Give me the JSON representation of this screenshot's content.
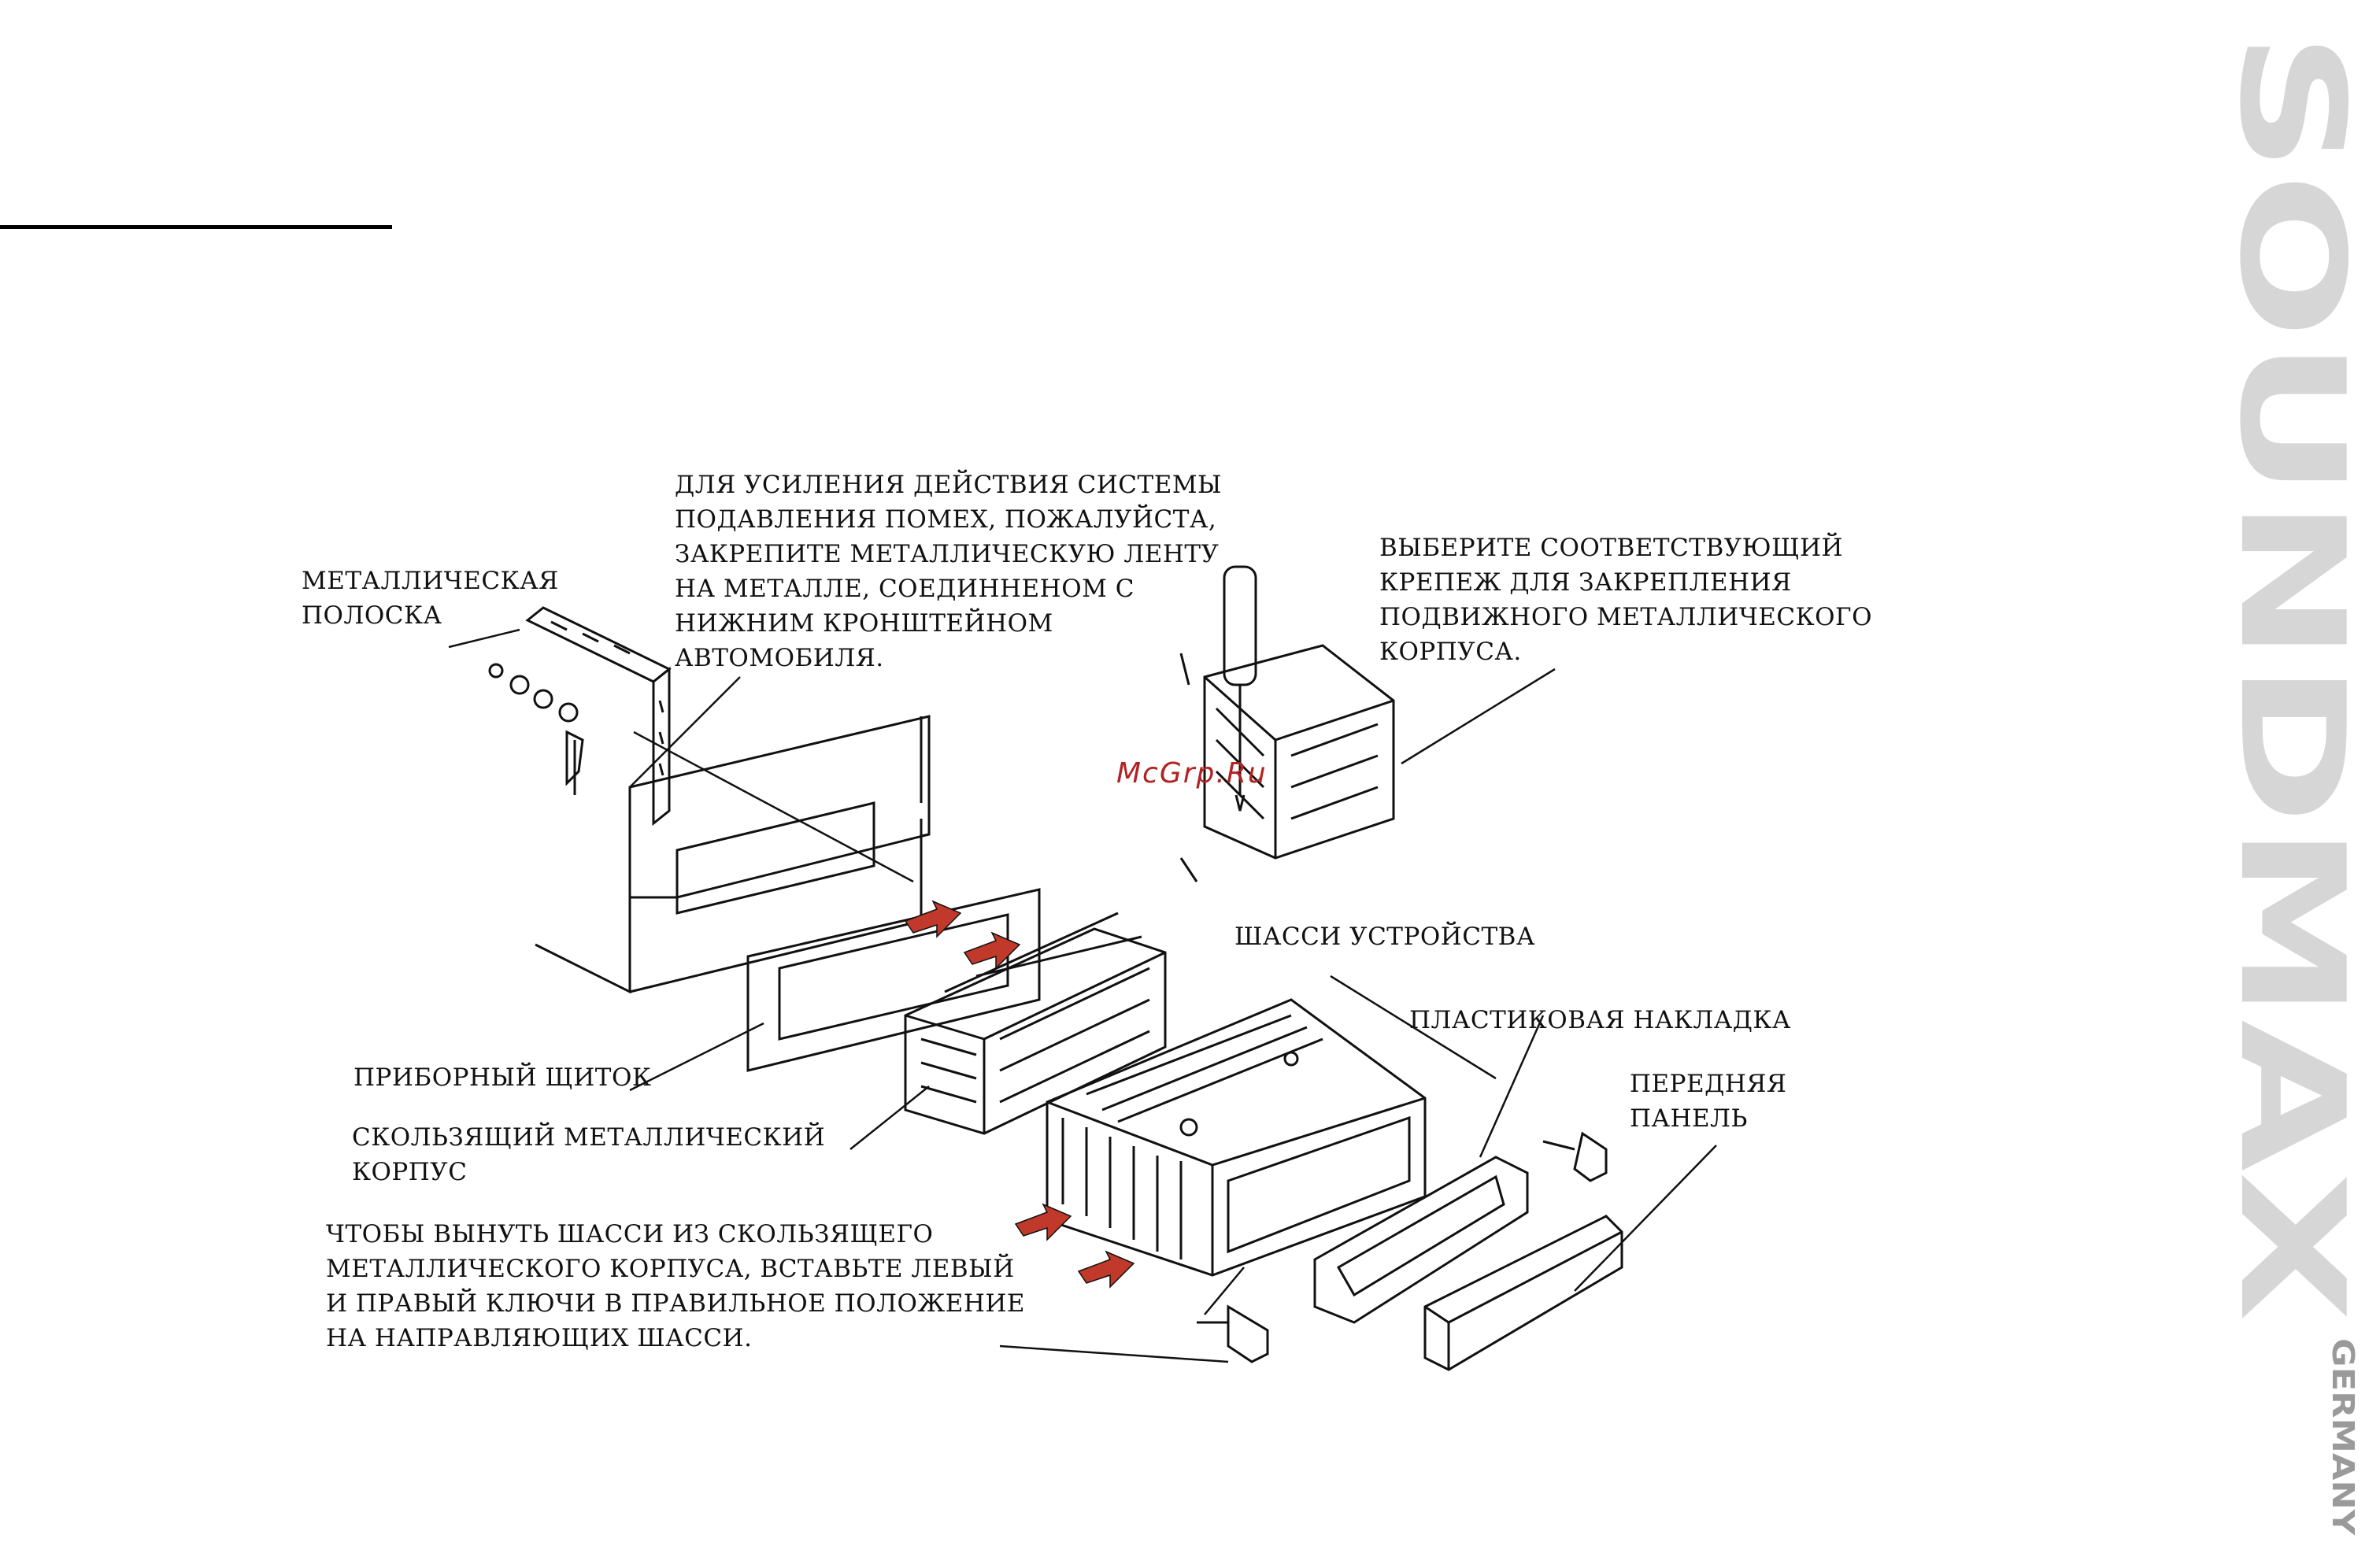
{
  "labels": {
    "metal_strip": "МЕТАЛЛИЧЕСКАЯ\nПОЛОСКА",
    "noise_note": "ДЛЯ УСИЛЕНИЯ ДЕЙСТВИЯ СИСТЕМЫ\nПОДАВЛЕНИЯ ПОМЕХ, ПОЖАЛУЙСТА,\nЗАКРЕПИТЕ МЕТАЛЛИЧЕСКУЮ ЛЕНТУ\nНА МЕТАЛЛЕ, СОЕДИННЕНОМ С\nНИЖНИМ КРОНШТЕЙНОМ\nАВТОМОБИЛЯ.",
    "fastener_note": "ВЫБЕРИТЕ СООТВЕТСТВУЮЩИЙ\nКРЕПЕЖ ДЛЯ ЗАКРЕПЛЕНИЯ\nПОДВИЖНОГО МЕТАЛЛИЧЕСКОГО\nКОРПУСА.",
    "chassis": "ШАССИ УСТРОЙСТВА",
    "plastic_trim": "ПЛАСТИКОВАЯ НАКЛАДКА",
    "front_panel": "ПЕРЕДНЯЯ\nПАНЕЛЬ",
    "dashboard": "ПРИБОРНЫЙ ЩИТОК",
    "sliding_case": "СКОЛЬЗЯЩИЙ МЕТАЛЛИЧЕСКИЙ\nКОРПУС",
    "removal_note": "ЧТОБЫ ВЫНУТЬ ШАССИ ИЗ СКОЛЬЗЯЩЕГО\nМЕТАЛЛИЧЕСКОГО КОРПУСА, ВСТАВЬТЕ ЛЕВЫЙ\nИ ПРАВЫЙ КЛЮЧИ В ПРАВИЛЬНОЕ ПОЛОЖЕНИЕ\nНА НАПРАВЛЯЮЩИХ ШАССИ."
  },
  "watermark": "McGrp.Ru",
  "brand": {
    "name": "SOUNDMAX",
    "subtitle": "GERMANY",
    "color": "#d6d6d6",
    "subtitle_color": "#9a9a9a"
  },
  "colors": {
    "line": "#111111",
    "arrow": "#c0392b",
    "watermark": "#b22222"
  }
}
